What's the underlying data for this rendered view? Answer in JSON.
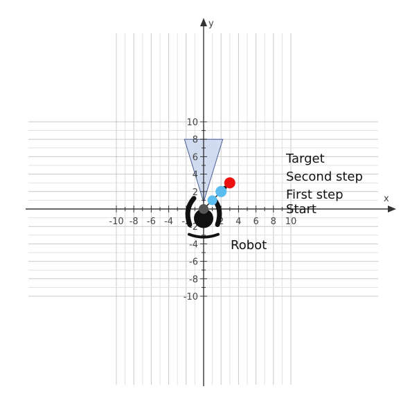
{
  "chart_data": {
    "type": "scatter",
    "title": "",
    "xlabel": "x",
    "ylabel": "y",
    "xlim": [
      -10,
      10
    ],
    "ylim": [
      -10,
      10
    ],
    "grid": true,
    "x_ticks": [
      -10,
      -8,
      -6,
      -4,
      -2,
      2,
      4,
      6,
      8,
      10
    ],
    "y_ticks": [
      -10,
      -8,
      -6,
      -4,
      -2,
      2,
      4,
      6,
      8,
      10
    ],
    "x_tick_labels": [
      "-10",
      "-8",
      "-6",
      "-4",
      "-2",
      "2",
      "4",
      "6",
      "8",
      "10"
    ],
    "y_tick_labels": [
      "-10",
      "-8",
      "-6",
      "-4",
      "-2",
      "2",
      "4",
      "6",
      "8",
      "10"
    ],
    "field_of_view": {
      "vertices": [
        [
          0,
          0.8
        ],
        [
          -2.2,
          8
        ],
        [
          2.2,
          8
        ]
      ],
      "fill": "#c9d6ee",
      "stroke": "#4a5f93"
    },
    "points": [
      {
        "id": "start",
        "x": 0,
        "y": 0,
        "color": "#555555"
      },
      {
        "id": "first-step",
        "x": 1,
        "y": 1,
        "color": "#5bbcef"
      },
      {
        "id": "second-step",
        "x": 2,
        "y": 2,
        "color": "#5bbcef"
      },
      {
        "id": "target",
        "x": 3,
        "y": 3,
        "color": "#ee1111"
      }
    ],
    "arrow": {
      "from": [
        0,
        0
      ],
      "to": [
        2.8,
        2.8
      ]
    },
    "robot": {
      "x": 0,
      "y": -1,
      "color": "#111111"
    },
    "annotations": {
      "target": "Target",
      "second_step": "Second step",
      "first_step": "First step",
      "start": "Start",
      "robot": "Robot"
    }
  }
}
